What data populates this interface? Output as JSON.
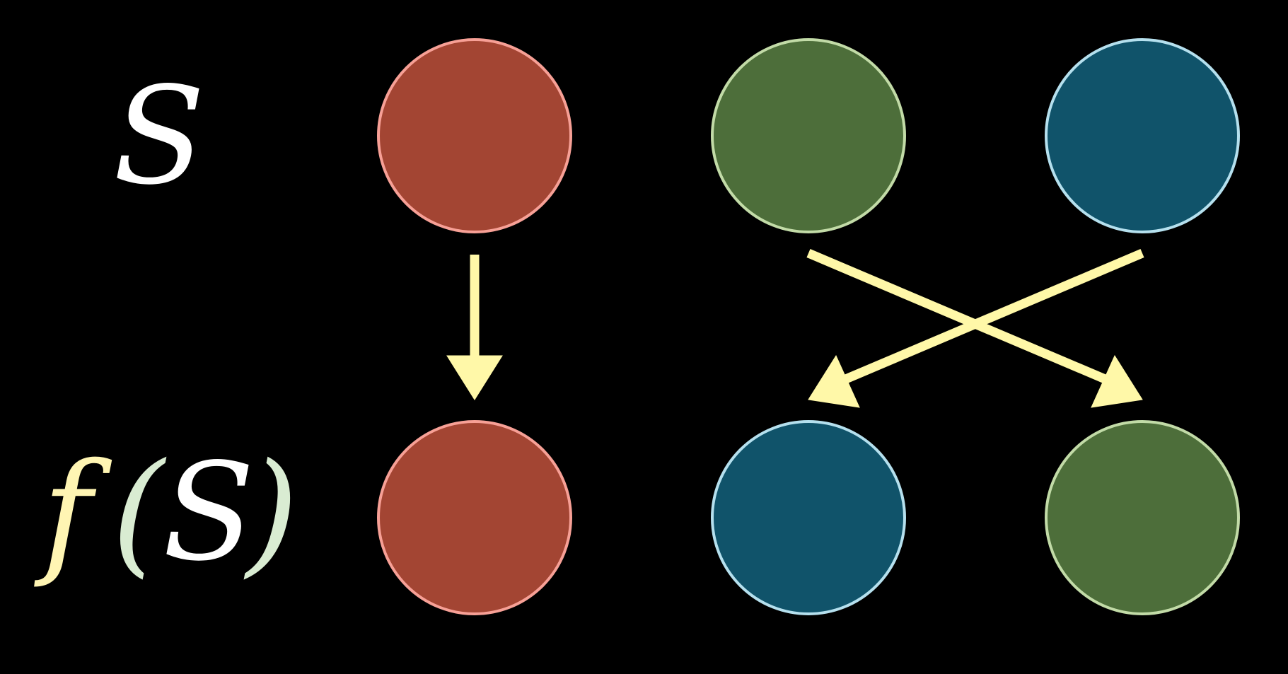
{
  "labels": {
    "set": "S",
    "image_f": "f",
    "image_open": "(",
    "image_set": "S",
    "image_close": ")"
  },
  "colors": {
    "background": "#000000",
    "arrow": "#fff8a8",
    "label_white": "#ffffff",
    "label_f": "#fff5b3",
    "label_paren": "#d9ecd2",
    "red_fill": "#a34533",
    "red_stroke": "#f7a096",
    "green_fill": "#4d6e3a",
    "green_stroke": "#c2dba7",
    "blue_fill": "#10536a",
    "blue_stroke": "#b5e0ee"
  },
  "domain": [
    "red",
    "green",
    "blue"
  ],
  "codomain": [
    "red",
    "blue",
    "green"
  ],
  "mapping": [
    {
      "from": "red",
      "to": "red"
    },
    {
      "from": "green",
      "to": "green"
    },
    {
      "from": "blue",
      "to": "blue"
    }
  ]
}
